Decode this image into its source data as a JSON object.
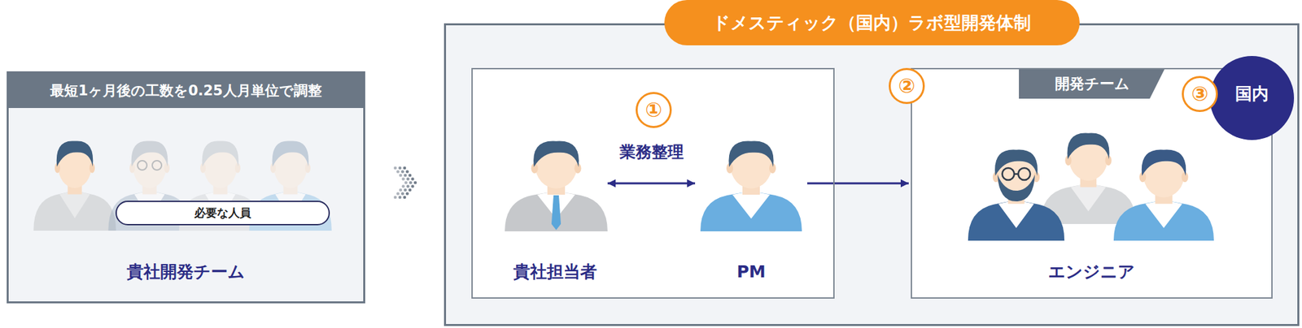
{
  "diagram": {
    "nodes": [
      {
        "text": [
          "最短1ヶ月後の工数を0.25人月単位で調整",
          "貴社開発チーム"
        ]
      },
      {
        "text": [
          "必要な人員"
        ],
        "in": 0
      },
      {
        "text": [
          "ドメスティック（国内）ラボ型開発体制"
        ]
      },
      {
        "text": [],
        "in": 2
      },
      {
        "text": [
          "貴社担当者"
        ],
        "in": 3
      },
      {
        "text": [
          "PM"
        ],
        "in": 3
      },
      {
        "text": [
          "開発チーム"
        ],
        "in": 2
      },
      {
        "text": [
          "国内"
        ],
        "in": 6
      },
      {
        "text": [
          "エンジニア"
        ],
        "in": 6
      }
    ],
    "edges": [
      {
        "from": 0,
        "to": 2,
        "arrow": "to"
      },
      {
        "from": 4,
        "to": 5,
        "label": "業務整理",
        "arrow": "both"
      },
      {
        "from": 5,
        "to": 6,
        "arrow": "to"
      }
    ],
    "labels": [
      "①",
      "②",
      "③"
    ]
  }
}
